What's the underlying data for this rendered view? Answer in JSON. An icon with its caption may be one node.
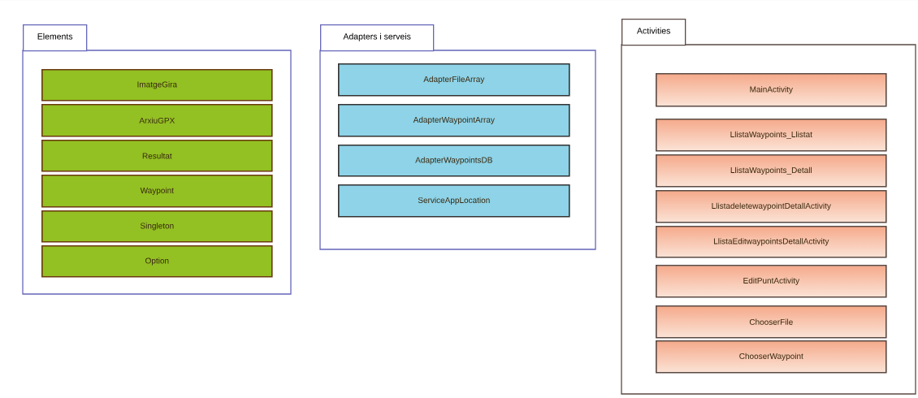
{
  "diagram": {
    "nodes": [
      {
        "text": [
          "Elements"
        ]
      },
      {
        "text": [
          "ImatgeGira"
        ],
        "in": 0
      },
      {
        "text": [
          "ArxiuGPX"
        ],
        "in": 0
      },
      {
        "text": [
          "Resultat"
        ],
        "in": 0
      },
      {
        "text": [
          "Waypoint"
        ],
        "in": 0
      },
      {
        "text": [
          "Singleton"
        ],
        "in": 0
      },
      {
        "text": [
          "Option"
        ],
        "in": 0
      },
      {
        "text": [
          "Adapters i serveis"
        ]
      },
      {
        "text": [
          "AdapterFileArray"
        ],
        "in": 7
      },
      {
        "text": [
          "AdapterWaypointArray"
        ],
        "in": 7
      },
      {
        "text": [
          "AdapterWaypointsDB"
        ],
        "in": 7
      },
      {
        "text": [
          "ServiceAppLocation"
        ],
        "in": 7
      },
      {
        "text": [
          "Activities"
        ]
      },
      {
        "text": [
          "MainActivity"
        ],
        "in": 12
      },
      {
        "text": [
          "LlistaWaypoints_Llistat"
        ],
        "in": 12
      },
      {
        "text": [
          "LlistaWaypoints_Detall"
        ],
        "in": 12
      },
      {
        "text": [
          "LlistadeletewaypointDetallActivity"
        ],
        "in": 12
      },
      {
        "text": [
          "LlistaEditwaypointsDetallActivity"
        ],
        "in": 12
      },
      {
        "text": [
          "EditPuntActivity"
        ],
        "in": 12
      },
      {
        "text": [
          "ChooserFile"
        ],
        "in": 12
      },
      {
        "text": [
          "ChooserWaypoint"
        ],
        "in": 12
      }
    ]
  }
}
